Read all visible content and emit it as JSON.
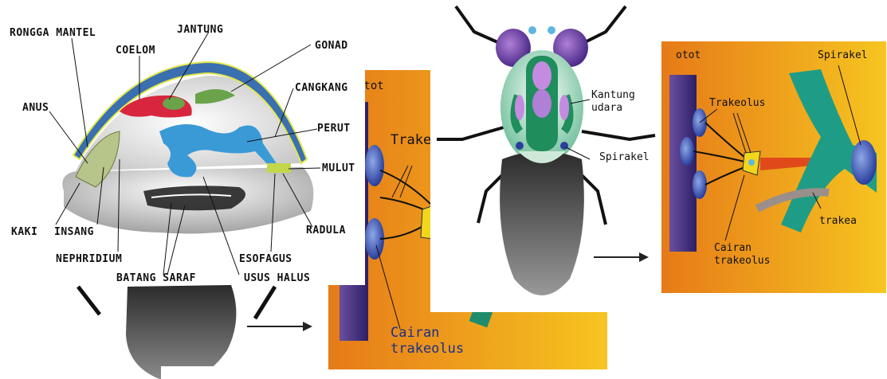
{
  "colors": {
    "orange_dark": "#e27a1c",
    "orange_light": "#f5c21a",
    "muscle_purple": "#5a3f8c",
    "trachea_teal": "#1f9c86",
    "fly_green": "#1f8d5c",
    "shell_blue": "#3a6fb0"
  },
  "mollusc": {
    "labels": {
      "rongga_mantel": "RONGGA MANTEL",
      "jantung": "JANTUNG",
      "coelom": "COELOM",
      "gonad": "GONAD",
      "anus": "ANUS",
      "cangkang": "CANGKANG",
      "perut": "PERUT",
      "mulut": "MULUT",
      "kaki": "KAKI",
      "insang": "INSANG",
      "radula": "RADULA",
      "nephridium": "NEPHRIDIUM",
      "esofagus": "ESOFAGUS",
      "batang_saraf": "BATANG SARAF",
      "usus_halus": "USUS HALUS"
    }
  },
  "insect_back": {
    "otot_fragment": "Otot",
    "trake_fragment": "Trake",
    "cairan": "Cairan",
    "trakeolus": "trakeolus"
  },
  "insect_fly": {
    "kantung_udara_line1": "Kantung",
    "kantung_udara_line2": "udara",
    "spirakel": "Spirakel"
  },
  "insect_detail": {
    "otot": "otot",
    "spirakel": "Spirakel",
    "trakeolus": "Trakeolus",
    "trakea": "trakea",
    "cairan_line1": "Cairan",
    "cairan_line2": "trakeolus"
  }
}
